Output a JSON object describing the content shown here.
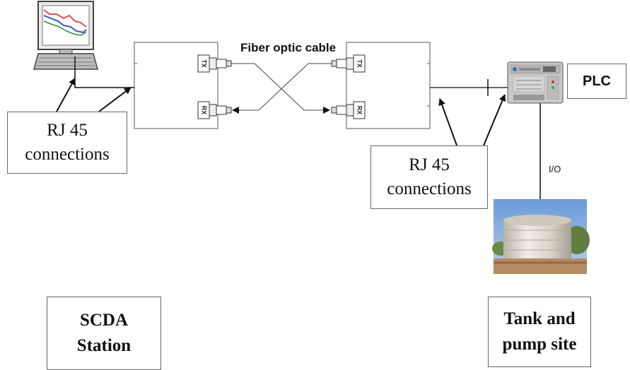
{
  "cable_label": "Fiber optic cable",
  "rj45_left": {
    "line1": "RJ 45",
    "line2": "connections"
  },
  "rj45_right": {
    "line1": "RJ 45",
    "line2": "connections"
  },
  "plc_label": "PLC",
  "io_label": "I/O",
  "scada_label": {
    "line1": "SCDA",
    "line2": "Station"
  },
  "tank_label": {
    "line1": "Tank and",
    "line2": "pump site"
  },
  "ports": {
    "tx": "TX",
    "rx": "RX"
  }
}
